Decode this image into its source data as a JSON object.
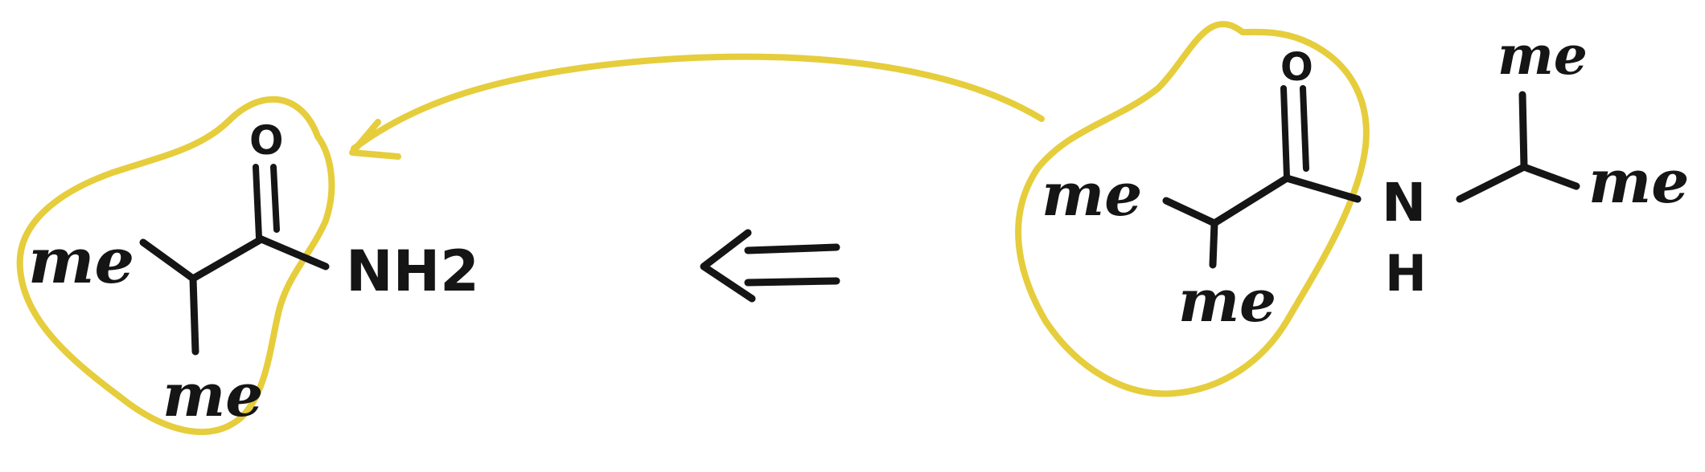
{
  "diagram": {
    "type": "retrosynthesis-scheme",
    "colors": {
      "ink": "#151515",
      "highlight": "#e6cd3c",
      "background": "#ffffff"
    },
    "product": {
      "labels": {
        "me_left": "me",
        "me_bottom": "me",
        "oxygen": "O",
        "amine": "NH2",
        "amine_main": "NH",
        "amine_sub": "2"
      }
    },
    "starting_material": {
      "labels": {
        "me_left": "me",
        "me_bottom": "me",
        "oxygen": "O",
        "nitrogen": "N",
        "hydrogen": "H",
        "me_top": "me",
        "me_right": "me"
      }
    },
    "arrows": {
      "retro_symbol": "⇐",
      "mapping_arrow": "curved-arrow"
    }
  }
}
